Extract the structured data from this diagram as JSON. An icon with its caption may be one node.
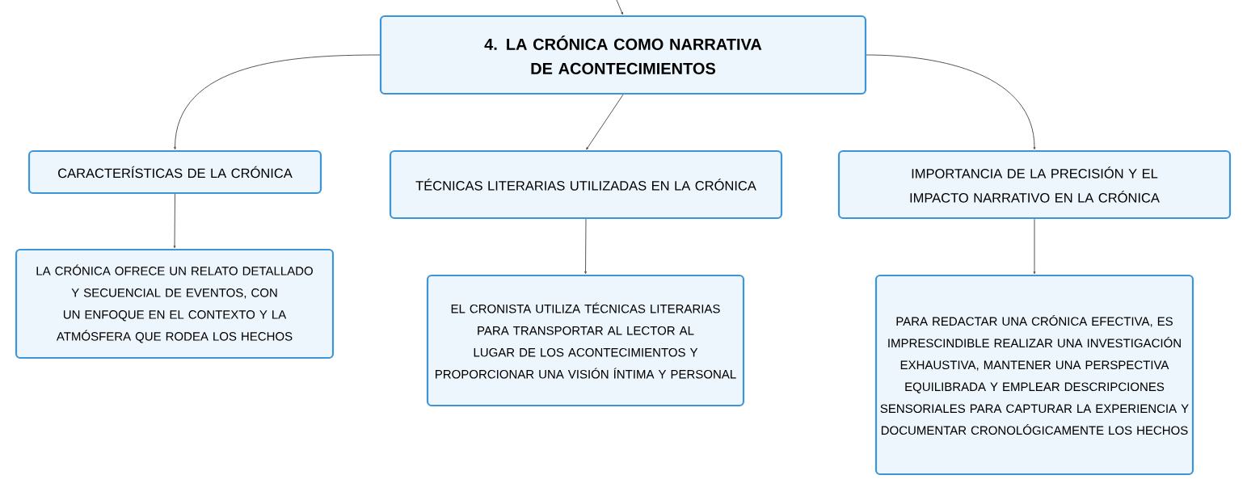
{
  "diagram": {
    "nodes": [
      {
        "text": [
          "4. LA CRÓNICA COMO NARRATIVA DE ACONTECIMIENTOS"
        ]
      },
      {
        "text": [
          "CARACTERÍSTICAS DE LA CRÓNICA"
        ]
      },
      {
        "text": [
          "TÉCNICAS LITERARIAS UTILIZADAS EN LA CRÓNICA"
        ]
      },
      {
        "text": [
          "IMPORTANCIA DE LA PRECISIÓN Y EL IMPACTO NARRATIVO EN LA CRÓNICA"
        ]
      },
      {
        "text": [
          "LA CRÓNICA OFRECE UN RELATO DETALLADO Y SECUENCIAL DE EVENTOS, CON UN ENFOQUE EN EL CONTEXTO Y LA ATMÓSFERA QUE RODEA LOS HECHOS"
        ]
      },
      {
        "text": [
          "EL CRONISTA UTILIZA TÉCNICAS LITERARIAS PARA TRANSPORTAR AL LECTOR AL LUGAR DE LOS ACONTECIMIENTOS Y PROPORCIONAR UNA VISIÓN ÍNTIMA Y PERSONAL"
        ]
      },
      {
        "text": [
          "PARA REDACTAR UNA CRÓNICA EFECTIVA, ES IMPRESCINDIBLE REALIZAR UNA INVESTIGACIÓN EXHAUSTIVA, MANTENER UNA PERSPECTIVA EQUILIBRADA Y EMPLEAR DESCRIPCIONES SENSORIALES PARA CAPTURAR LA EXPERIENCIA Y DOCUMENTAR CRONOLÓGICAMENTE LOS HECHOS"
        ]
      }
    ],
    "edges": [
      {
        "from": null,
        "to": 0,
        "arrow": "to"
      },
      {
        "from": 0,
        "to": 1,
        "arrow": "to"
      },
      {
        "from": 0,
        "to": 2,
        "arrow": "to"
      },
      {
        "from": 0,
        "to": 3,
        "arrow": "to"
      },
      {
        "from": 1,
        "to": 4,
        "arrow": "to"
      },
      {
        "from": 2,
        "to": 5,
        "arrow": "to"
      },
      {
        "from": 3,
        "to": 6,
        "arrow": "to"
      }
    ]
  }
}
